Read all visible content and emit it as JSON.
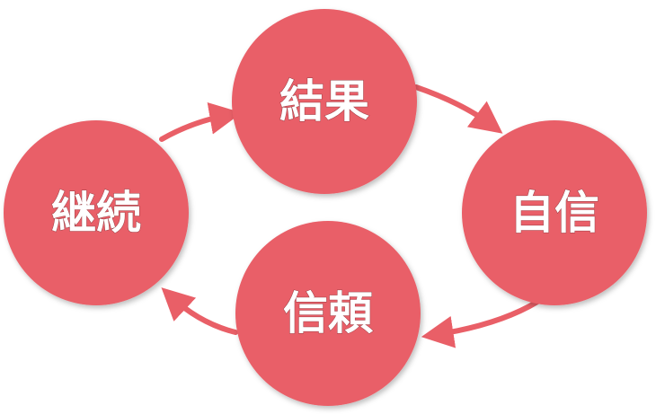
{
  "diagram": {
    "colors": {
      "node_fill": "#e95f67",
      "arrow": "#e95f67",
      "label": "#ffffff"
    },
    "nodes": {
      "top": {
        "label": "結果"
      },
      "right": {
        "label": "自信"
      },
      "bottom": {
        "label": "信頼"
      },
      "left": {
        "label": "継続"
      }
    }
  }
}
